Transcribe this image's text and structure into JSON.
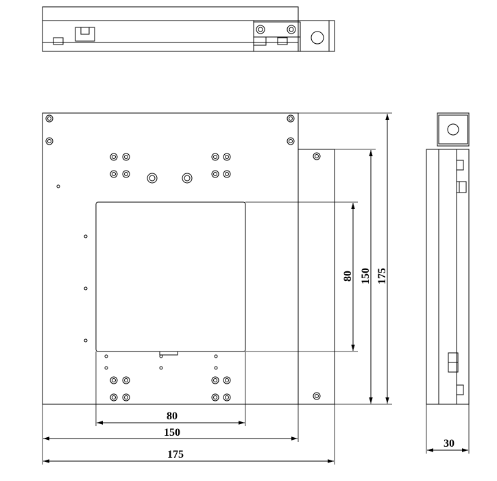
{
  "dimensions": {
    "front_width_inner": "80",
    "front_width_mid": "150",
    "front_width_outer": "175",
    "front_height_inner": "80",
    "front_height_mid": "150",
    "front_height_outer": "175",
    "side_depth": "30"
  },
  "colors": {
    "line": "#000000",
    "background": "#ffffff"
  }
}
